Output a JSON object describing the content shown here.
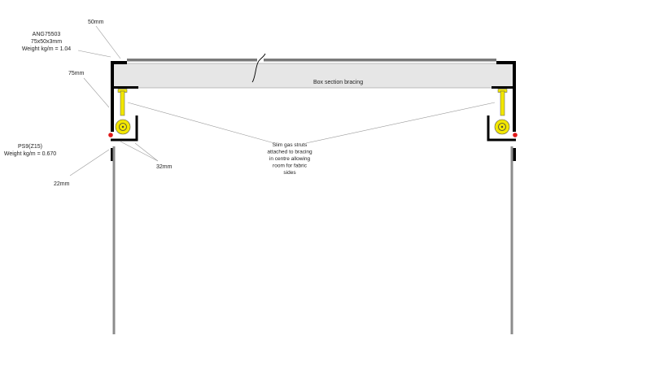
{
  "labels": {
    "top_width": "50mm",
    "angle_code": "ANG75503",
    "angle_size": "75x50x3mm",
    "angle_weight": "Weight kg/m = 1.04",
    "side_height": "75mm",
    "profile_code": "PS9(Z15)",
    "profile_weight": "Weight kg/m = 0.670",
    "bottom_offset": "22mm",
    "channel_width": "32mm",
    "bracing": "Box section bracing",
    "strut_note": [
      "Slim gas struts",
      "attached to  bracing",
      "in centre allowing",
      "room for fabric",
      "sides"
    ]
  },
  "colors": {
    "frame": "#000000",
    "bracing_fill": "#e6e6e6",
    "post": "#8c8c8c",
    "top_strip": "#7a7a7a",
    "strut_yellow": "#f2e600",
    "pivot_red": "#e01818",
    "leader_line": "#9a9a9a"
  }
}
